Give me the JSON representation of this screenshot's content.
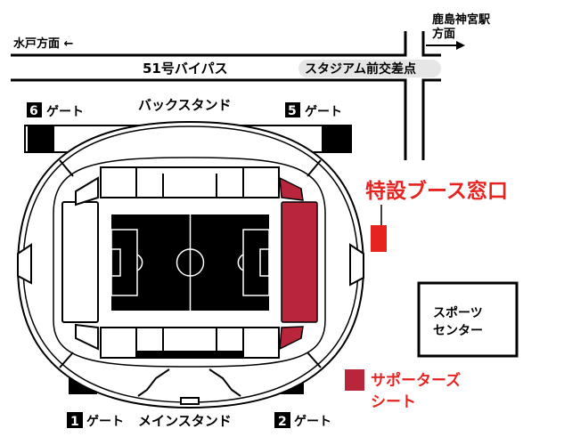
{
  "roads": {
    "mito_direction": "水戸方面 ←",
    "kashima_station_line1": "鹿島神宮駅",
    "kashima_station_line2": "方面",
    "route_51": "51号バイパス",
    "intersection": "スタジアム前交差点"
  },
  "stands": {
    "back_stand": "バックスタンド",
    "main_stand": "メインスタンド"
  },
  "gates": [
    {
      "number": "6",
      "label": "ゲート"
    },
    {
      "number": "5",
      "label": "ゲート"
    },
    {
      "number": "1",
      "label": "ゲート"
    },
    {
      "number": "2",
      "label": "ゲート"
    }
  ],
  "booth": {
    "label": "特設ブース窓口"
  },
  "sports_center": {
    "line1": "スポーツ",
    "line2": "センター"
  },
  "legend": {
    "line1": "サポーターズ",
    "line2": "シート"
  },
  "colors": {
    "booth": "#e52421",
    "supporter": "#b9263b",
    "pitch": "#000000"
  }
}
